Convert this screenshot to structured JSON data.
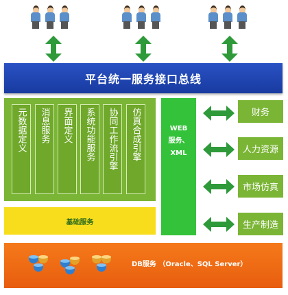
{
  "bus_title": "平台统一服务接口总线",
  "modules": [
    "元数据定义",
    "消息服务",
    "界面定义",
    "系统功能服务",
    "协同工作流引擎",
    "仿真合成引擎"
  ],
  "web_service": {
    "line1": "WEB",
    "line2": "服务、",
    "line3": "XML"
  },
  "right_items": [
    "财务",
    "人力资源",
    "市场仿真",
    "生产制造"
  ],
  "base_service": "基础服务",
  "db_service": "DB服务 （Oracle、SQL Server）",
  "colors": {
    "bus": "#2145b8",
    "green_panel": "#7bb536",
    "web": "#34c23a",
    "base": "#f8dd1c",
    "db": "#f06a14",
    "arrow": "#2e9a3a"
  }
}
